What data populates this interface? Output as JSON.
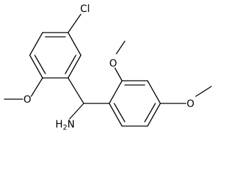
{
  "structure": {
    "atom_labels": {
      "chlorine": "Cl",
      "amine_main": "H",
      "amine_sub": "2",
      "amine_tail": "N",
      "methoxy_left": "O",
      "methoxy_top": "O",
      "methoxy_right": "O"
    }
  },
  "colors": {
    "bond": "#000000",
    "background": "#ffffff"
  }
}
